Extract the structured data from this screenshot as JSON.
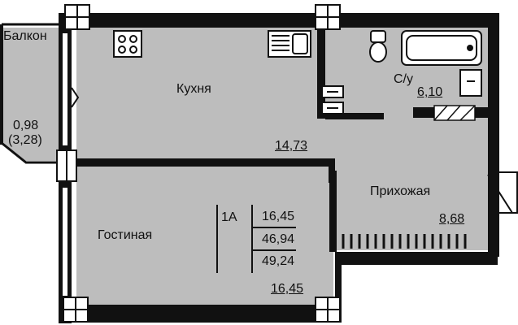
{
  "balcony": {
    "name": "Балкон",
    "area_line1": "0,98",
    "area_line2": "(3,28)"
  },
  "kitchen": {
    "name": "Кухня",
    "area": "14,73"
  },
  "bathroom": {
    "name": "С/у",
    "area": "6,10"
  },
  "hallway": {
    "name": "Прихожая",
    "area": "8,68"
  },
  "living": {
    "name": "Гостиная",
    "area": "16,45"
  },
  "summary": {
    "type": "1А",
    "living_area": "16,45",
    "total_area": "46,94",
    "total_with_balcony": "49,24"
  },
  "colors": {
    "room_fill": "#bdbdbd",
    "wall": "#111111",
    "background": "#ffffff"
  }
}
